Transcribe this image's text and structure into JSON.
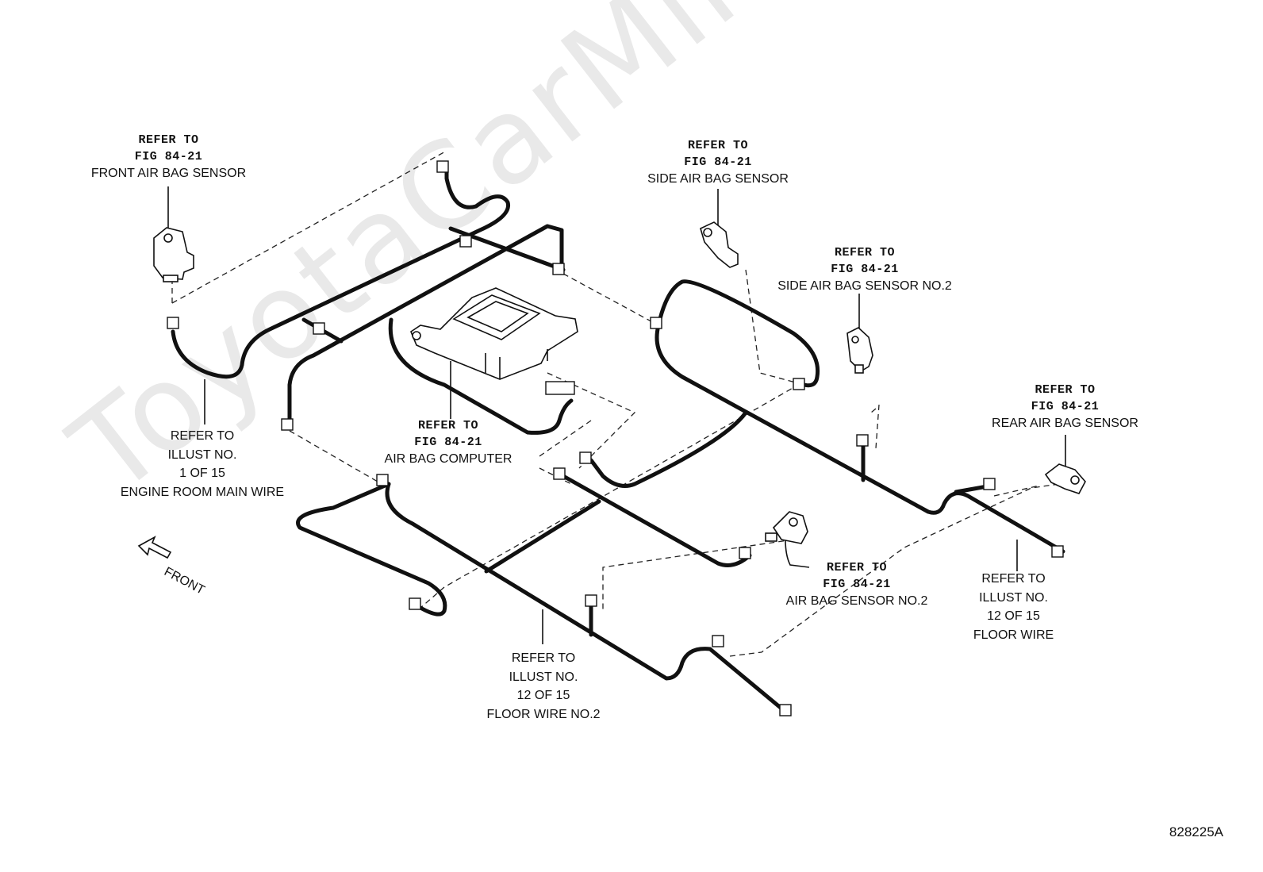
{
  "watermark": "ToyotaCarMine.ru",
  "figure_number": "828225A",
  "front_marker": "FRONT",
  "labels": {
    "front_sensor": {
      "ref1": "REFER TO",
      "ref2": "FIG 84-21",
      "name": "FRONT AIR BAG SENSOR"
    },
    "side_sensor": {
      "ref1": "REFER TO",
      "ref2": "FIG 84-21",
      "name": "SIDE AIR BAG SENSOR"
    },
    "side_sensor_2": {
      "ref1": "REFER TO",
      "ref2": "FIG 84-21",
      "name": "SIDE AIR BAG SENSOR NO.2"
    },
    "rear_sensor": {
      "ref1": "REFER TO",
      "ref2": "FIG 84-21",
      "name": "REAR AIR BAG SENSOR"
    },
    "computer": {
      "ref1": "REFER TO",
      "ref2": "FIG 84-21",
      "name": "AIR BAG COMPUTER"
    },
    "sensor_2": {
      "ref1": "REFER TO",
      "ref2": "FIG 84-21",
      "name": "AIR BAG SENSOR NO.2"
    },
    "engine_wire": {
      "l1": "REFER TO",
      "l2": "ILLUST NO.",
      "l3": "1 OF 15",
      "l4": "ENGINE ROOM MAIN WIRE"
    },
    "floor_wire": {
      "l1": "REFER TO",
      "l2": "ILLUST NO.",
      "l3": "12 OF 15",
      "l4": "FLOOR WIRE"
    },
    "floor_wire_2": {
      "l1": "REFER TO",
      "l2": "ILLUST NO.",
      "l3": "12 OF 15",
      "l4": "FLOOR WIRE NO.2"
    }
  }
}
